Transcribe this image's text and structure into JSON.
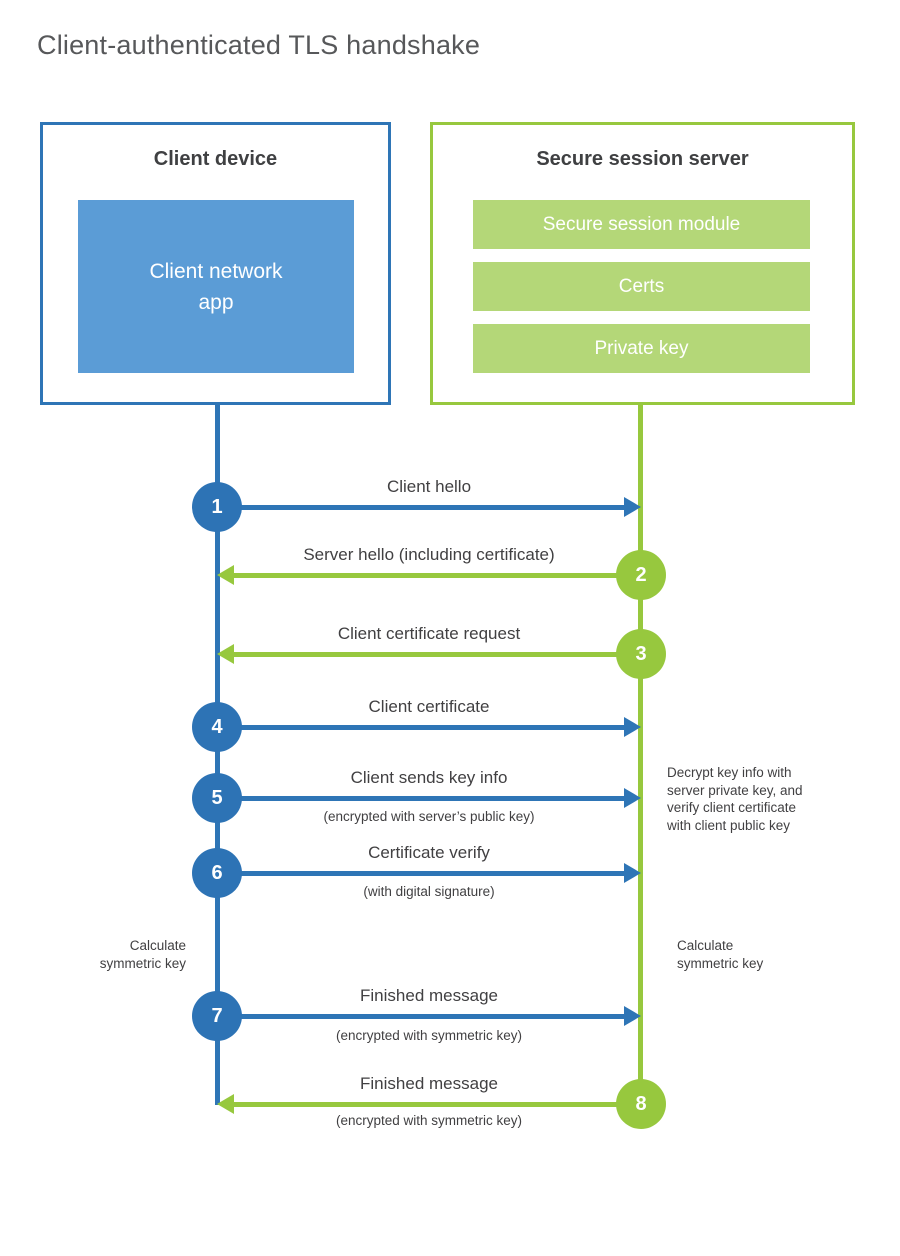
{
  "title": "Client-authenticated TLS handshake",
  "colors": {
    "client_accent": "#2e75b6",
    "client_fill": "#5b9cd6",
    "server_accent": "#97c83e",
    "server_fill": "#b4d778",
    "text": "#414042",
    "title_text": "#57585a"
  },
  "client_box": {
    "title": "Client device",
    "app_label": "Client network\napp"
  },
  "server_box": {
    "title": "Secure session server",
    "modules": [
      "Secure session module",
      "Certs",
      "Private key"
    ]
  },
  "messages": [
    {
      "num": "1",
      "from": "client",
      "label": "Client hello",
      "sublabel": ""
    },
    {
      "num": "2",
      "from": "server",
      "label": "Server hello (including certificate)",
      "sublabel": ""
    },
    {
      "num": "3",
      "from": "server",
      "label": "Client certificate request",
      "sublabel": ""
    },
    {
      "num": "4",
      "from": "client",
      "label": "Client certificate",
      "sublabel": ""
    },
    {
      "num": "5",
      "from": "client",
      "label": "Client sends key info",
      "sublabel": "(encrypted with server’s public key)"
    },
    {
      "num": "6",
      "from": "client",
      "label": "Certificate verify",
      "sublabel": "(with digital signature)"
    },
    {
      "num": "7",
      "from": "client",
      "label": "Finished message",
      "sublabel": "(encrypted with symmetric key)"
    },
    {
      "num": "8",
      "from": "server",
      "label": "Finished message",
      "sublabel": "(encrypted with symmetric key)"
    }
  ],
  "annotations": {
    "decrypt_note": "Decrypt key info with\nserver private key, and\nverify client certificate\nwith client public key",
    "calc_left": "Calculate\nsymmetric key",
    "calc_right": "Calculate\nsymmetric key"
  }
}
